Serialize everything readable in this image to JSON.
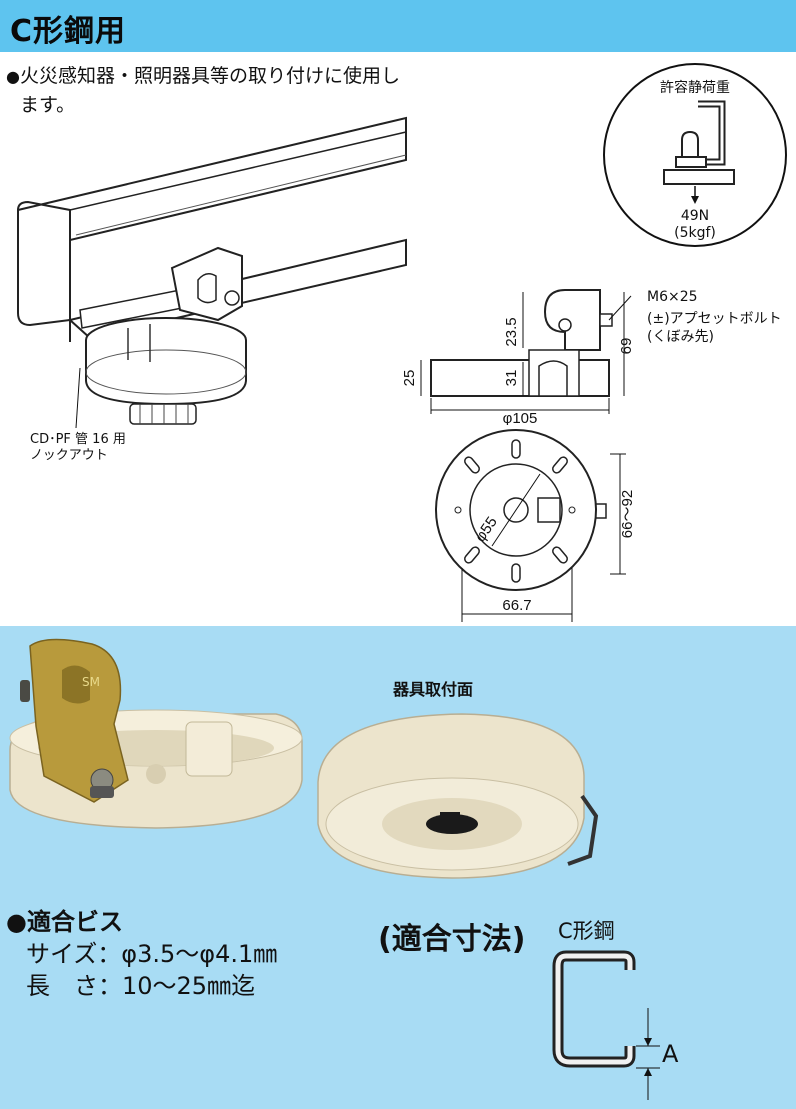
{
  "header": {
    "title": "C形鋼用"
  },
  "intro": {
    "bullet": "●",
    "line1": "火災感知器・照明器具等の取り付けに使用し",
    "line2": "ます。"
  },
  "load_circle": {
    "title": "許容静荷重",
    "value": "49N",
    "value_kgf": "(5kgf)"
  },
  "knockout_label": {
    "line1": "CD･PF 管 16 用",
    "line2": "ノックアウト"
  },
  "side_view": {
    "bolt_line1": "M6×25",
    "bolt_line2": "(±)アプセットボルト",
    "bolt_line3": "(くぼみ先)",
    "dim_23_5": "23.5",
    "dim_69": "69",
    "dim_25": "25",
    "dim_31": "31",
    "dim_105": "φ105"
  },
  "top_view": {
    "dim_55": "φ55",
    "dim_66_92": "66〜92",
    "dim_66_7": "66.7"
  },
  "photos": {
    "mount_face_label": "器具取付面",
    "stamp": "SM"
  },
  "screws": {
    "bullet": "●",
    "heading": "適合ビス",
    "size_row": "サイズ：φ3.5〜φ4.1㎜",
    "length_row": "長　さ：10〜25㎜迄"
  },
  "fit": {
    "title": "(適合寸法)",
    "steel_label": "C形鋼",
    "dim_label": "A"
  },
  "colors": {
    "header_bg": "#5ec4ef",
    "lower_bg": "#a8dcf4",
    "product_ivory": "#ece4cc",
    "bracket_gold": "#b89a3c"
  }
}
